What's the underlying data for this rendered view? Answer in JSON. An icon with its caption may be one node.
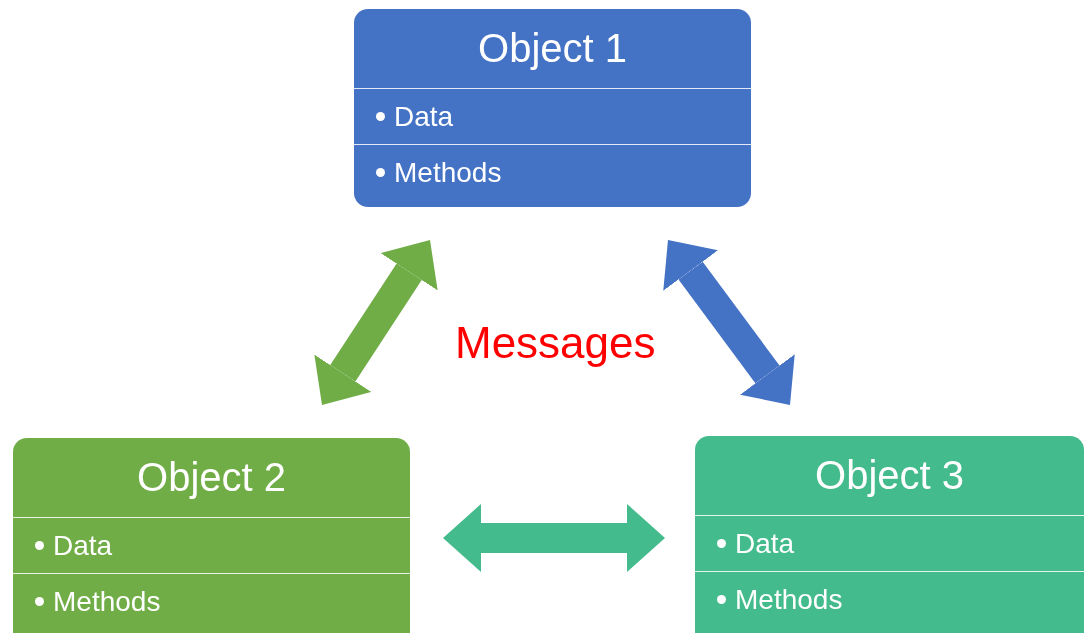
{
  "diagram": {
    "nodes": [
      {
        "text": [
          "Object 1",
          "Data",
          "Methods"
        ]
      },
      {
        "text": [
          "Object 2",
          "Data",
          "Methods"
        ]
      },
      {
        "text": [
          "Object 3",
          "Data",
          "Methods"
        ]
      }
    ],
    "edges": [
      {
        "from": 0,
        "to": 1,
        "arrow": "both",
        "color": "#70ad47"
      },
      {
        "from": 0,
        "to": 2,
        "arrow": "both",
        "color": "#4472c4"
      },
      {
        "from": 1,
        "to": 2,
        "arrow": "both",
        "color": "#44bb8c"
      }
    ],
    "labels": [
      "Messages"
    ]
  }
}
